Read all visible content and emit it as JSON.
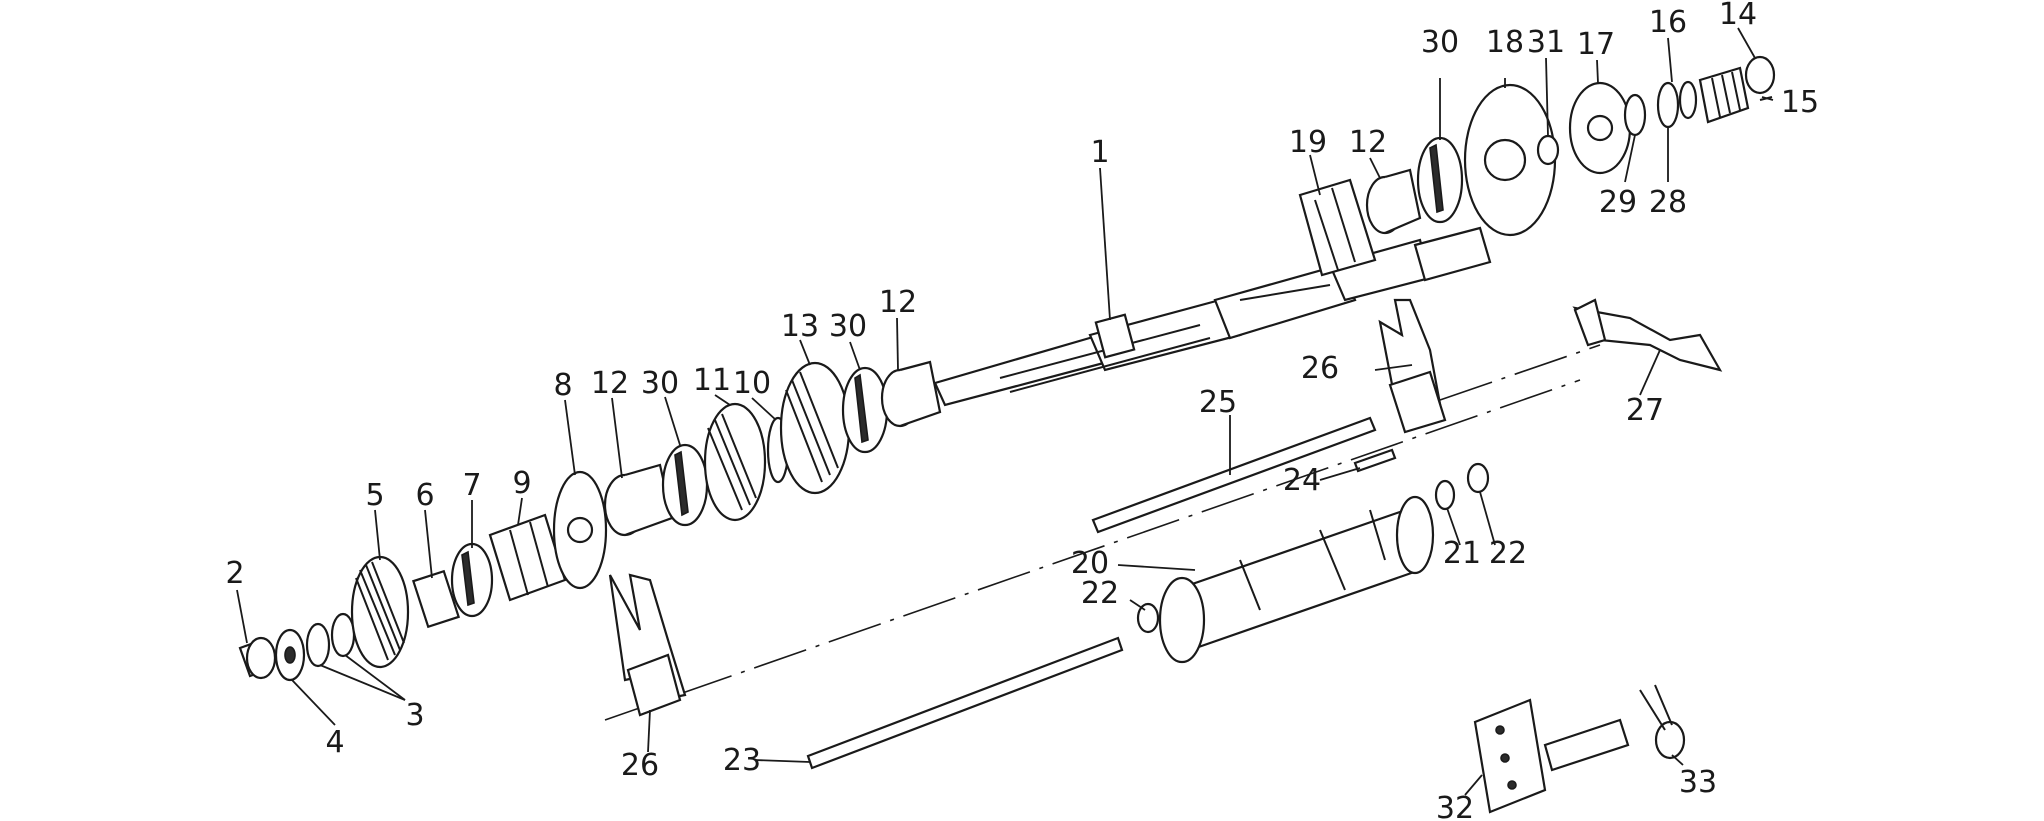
{
  "callouts": [
    {
      "id": "c1",
      "text": "1"
    },
    {
      "id": "c2",
      "text": "2"
    },
    {
      "id": "c3",
      "text": "3"
    },
    {
      "id": "c4",
      "text": "4"
    },
    {
      "id": "c5",
      "text": "5"
    },
    {
      "id": "c6",
      "text": "6"
    },
    {
      "id": "c7",
      "text": "7"
    },
    {
      "id": "c8",
      "text": "8"
    },
    {
      "id": "c9",
      "text": "9"
    },
    {
      "id": "c10",
      "text": "10"
    },
    {
      "id": "c11",
      "text": "11"
    },
    {
      "id": "c12a",
      "text": "12"
    },
    {
      "id": "c12b",
      "text": "12"
    },
    {
      "id": "c12c",
      "text": "12"
    },
    {
      "id": "c13",
      "text": "13"
    },
    {
      "id": "c14",
      "text": "14"
    },
    {
      "id": "c15",
      "text": "15"
    },
    {
      "id": "c16",
      "text": "16"
    },
    {
      "id": "c17",
      "text": "17"
    },
    {
      "id": "c18",
      "text": "18"
    },
    {
      "id": "c19",
      "text": "19"
    },
    {
      "id": "c20",
      "text": "20"
    },
    {
      "id": "c21",
      "text": "21"
    },
    {
      "id": "c22a",
      "text": "22"
    },
    {
      "id": "c22b",
      "text": "22"
    },
    {
      "id": "c23",
      "text": "23"
    },
    {
      "id": "c24",
      "text": "24"
    },
    {
      "id": "c25",
      "text": "25"
    },
    {
      "id": "c26a",
      "text": "26"
    },
    {
      "id": "c26b",
      "text": "26"
    },
    {
      "id": "c27",
      "text": "27"
    },
    {
      "id": "c28",
      "text": "28"
    },
    {
      "id": "c29",
      "text": "29"
    },
    {
      "id": "c30a",
      "text": "30"
    },
    {
      "id": "c30b",
      "text": "30"
    },
    {
      "id": "c30c",
      "text": "30"
    },
    {
      "id": "c31",
      "text": "31"
    },
    {
      "id": "c32",
      "text": "32"
    },
    {
      "id": "c33",
      "text": "33"
    }
  ]
}
